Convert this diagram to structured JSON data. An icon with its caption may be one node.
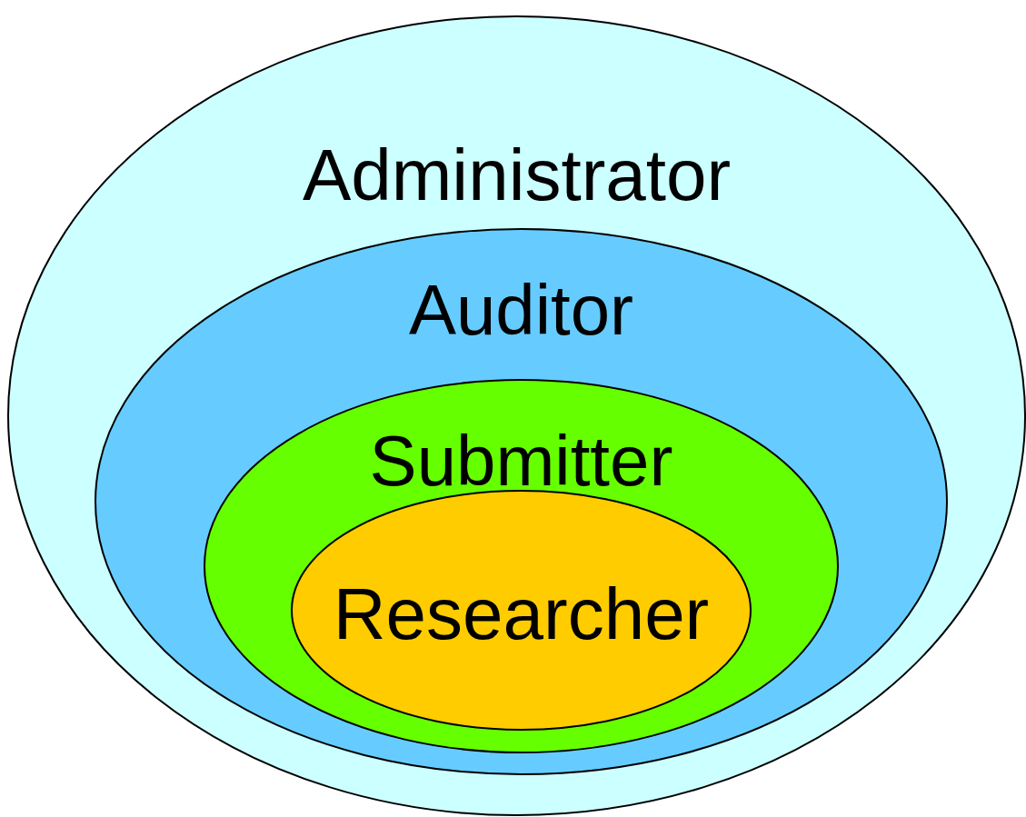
{
  "diagram": {
    "nodes": [
      {
        "text": [
          "Administrator"
        ]
      },
      {
        "text": [
          "Auditor"
        ],
        "in": 0
      },
      {
        "text": [
          "Submitter"
        ],
        "in": 1
      },
      {
        "text": [
          "Researcher"
        ],
        "in": 2
      }
    ]
  }
}
